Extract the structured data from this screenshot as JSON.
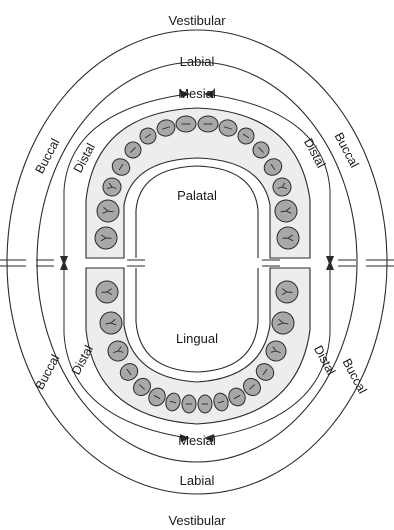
{
  "labels": {
    "vestibular_top": "Vestibular",
    "vestibular_bottom": "Vestibular",
    "labial_top": "Labial",
    "labial_bottom": "Labial",
    "mesial_top": "Mesial",
    "mesial_bottom": "Mesial",
    "buccal_ul": "Buccal",
    "buccal_ur": "Buccal",
    "buccal_ll": "Buccal",
    "buccal_lr": "Buccal",
    "distal_ul": "Distal",
    "distal_ur": "Distal",
    "distal_ll": "Distal",
    "distal_lr": "Distal",
    "palatal": "Palatal",
    "lingual": "Lingual"
  },
  "colors": {
    "tooth": "#a8a8a8",
    "gum": "#ededed",
    "line": "#2a2a2a"
  }
}
